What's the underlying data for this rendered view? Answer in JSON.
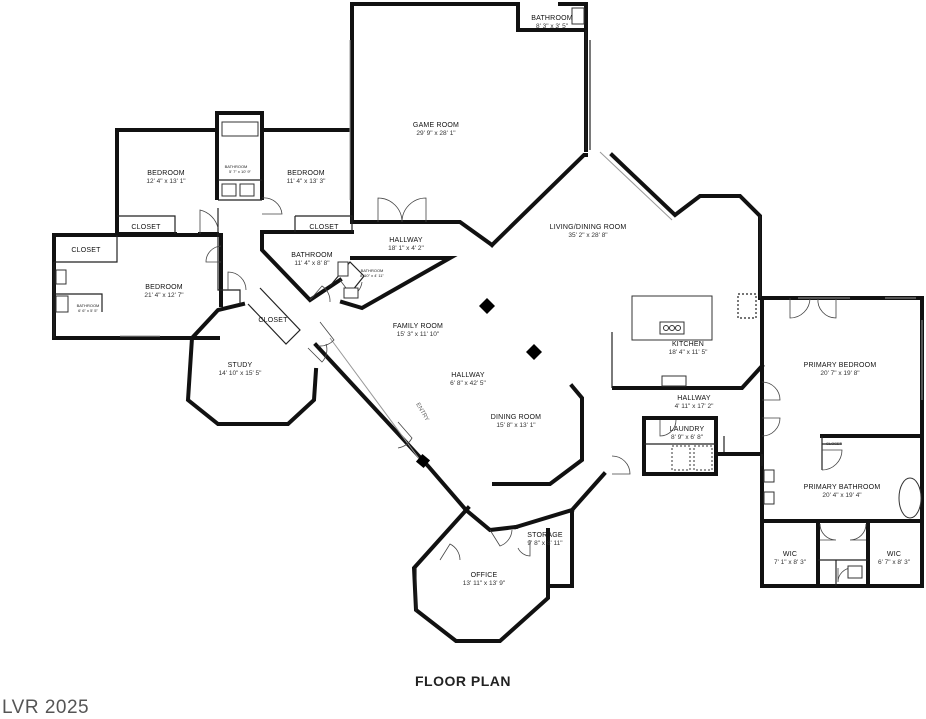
{
  "title": "FLOOR PLAN",
  "watermark": "LVR 2025",
  "entry_label": "ENTRY",
  "rooms": {
    "game_room": {
      "name": "GAME ROOM",
      "dims": "29' 9\" x 28' 1\""
    },
    "bathroom_top": {
      "name": "BATHROOM",
      "dims": "8' 3\" x 3' 5\""
    },
    "bedroom_1": {
      "name": "BEDROOM",
      "dims": "12' 4\" x 13' 1\""
    },
    "bedroom_2": {
      "name": "BEDROOM",
      "dims": "11' 4\" x 13' 3\""
    },
    "bathroom_small_1": {
      "name": "BATHROOM",
      "dims": "5' 7\" x 10' 9\""
    },
    "closet_1": {
      "name": "CLOSET"
    },
    "closet_2": {
      "name": "CLOSET"
    },
    "closet_3": {
      "name": "CLOSET"
    },
    "closet_4": {
      "name": "CLOSET"
    },
    "closet_5": {
      "name": "CLOSET"
    },
    "hallway_1": {
      "name": "HALLWAY",
      "dims": "18' 1\" x 4' 2\""
    },
    "bathroom_2": {
      "name": "BATHROOM",
      "dims": "11' 4\" x 8' 8\""
    },
    "bathroom_small_2": {
      "name": "BATHROOM",
      "dims": "8' 10\" x 4' 11\""
    },
    "bathroom_small_3": {
      "name": "BATHROOM",
      "dims": "6' 6\" x 5' 5\""
    },
    "bedroom_3": {
      "name": "BEDROOM",
      "dims": "21' 4\" x 12' 7\""
    },
    "living_dining": {
      "name": "LIVING/DINING ROOM",
      "dims": "35' 2\" x 28' 8\""
    },
    "family_room": {
      "name": "FAMILY ROOM",
      "dims": "15' 3\" x 11' 10\""
    },
    "study": {
      "name": "STUDY",
      "dims": "14' 10\" x 15' 5\""
    },
    "hallway_2": {
      "name": "HALLWAY",
      "dims": "6' 8\" x 42' 5\""
    },
    "kitchen": {
      "name": "KITCHEN",
      "dims": "18' 4\" x 11' 5\""
    },
    "dining_room": {
      "name": "DINING ROOM",
      "dims": "15' 8\" x 13' 1\""
    },
    "hallway_3": {
      "name": "HALLWAY",
      "dims": "4' 11\" x 17' 2\""
    },
    "laundry": {
      "name": "LAUNDRY",
      "dims": "8' 9\" x 6' 8\""
    },
    "primary_bedroom": {
      "name": "PRIMARY BEDROOM",
      "dims": "20' 7\" x 19' 8\""
    },
    "primary_bathroom": {
      "name": "PRIMARY BATHROOM",
      "dims": "20' 4\" x 19' 4\""
    },
    "storage": {
      "name": "STORAGE",
      "dims": "9' 8\" x 8' 11\""
    },
    "office": {
      "name": "OFFICE",
      "dims": "13' 11\" x 13' 9\""
    },
    "wic_1": {
      "name": "WIC",
      "dims": "7' 1\" x 8' 3\""
    },
    "wic_2": {
      "name": "WIC",
      "dims": "6' 7\" x 8' 3\""
    }
  }
}
